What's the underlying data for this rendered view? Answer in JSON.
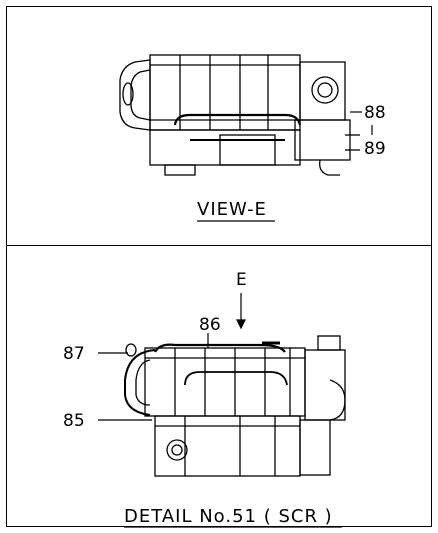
{
  "view_caption": "VIEW-E",
  "detail_caption": "DETAIL No.51 ( SCR )",
  "view_marker": "E",
  "callouts": {
    "c85": "85",
    "c86": "86",
    "c87": "87",
    "c88": "88",
    "c89": "89"
  }
}
